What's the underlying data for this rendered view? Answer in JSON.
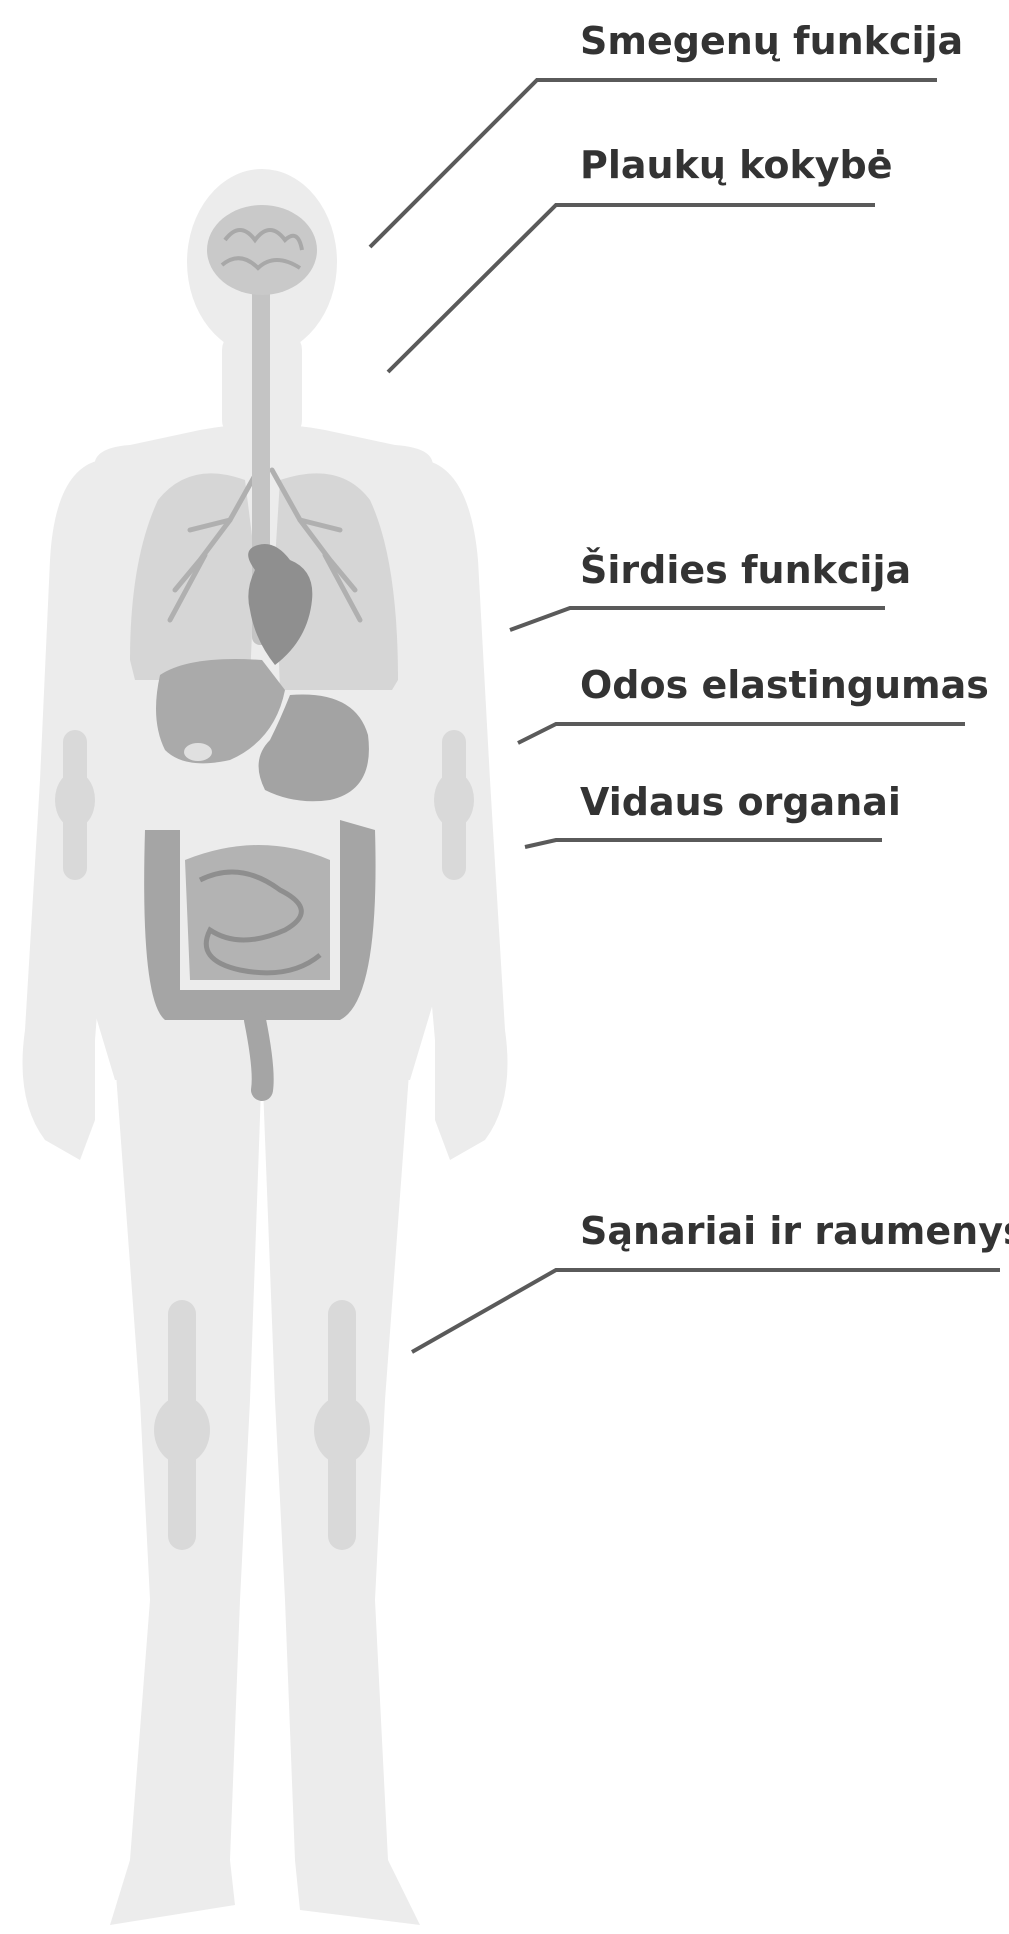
{
  "labels": [
    {
      "id": "brain",
      "text": "Smegenų funkcija"
    },
    {
      "id": "hair",
      "text": "Plaukų kokybė"
    },
    {
      "id": "heart",
      "text": "Širdies funkcija"
    },
    {
      "id": "skin",
      "text": "Odos elastingumas"
    },
    {
      "id": "organs",
      "text": "Vidaus organai"
    },
    {
      "id": "joints",
      "text": "Sąnariai ir raumenys"
    }
  ],
  "colors": {
    "body": "#ececec",
    "organ_dark": "#9a9a9a",
    "organ_mid": "#b3b3b3",
    "organ_light": "#d2d2d2",
    "bone": "#d9d9d9",
    "text": "#333333",
    "line": "#5a5a5a"
  }
}
